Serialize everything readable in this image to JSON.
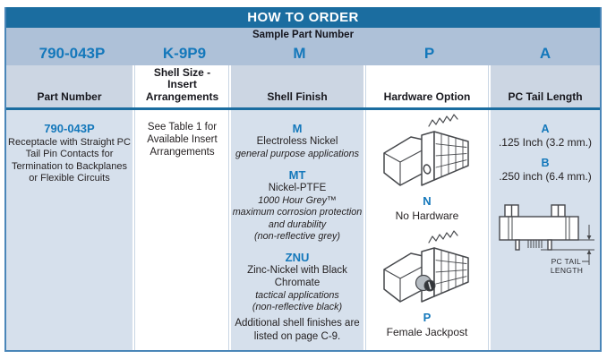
{
  "title": "HOW TO ORDER",
  "sample": {
    "label": "Sample Part Number",
    "values": [
      "790-043P",
      "K-9P9",
      "M",
      "P",
      "A"
    ]
  },
  "columns": {
    "part_number": {
      "header": "Part Number",
      "code": "790-043P",
      "description": "Receptacle with Straight PC Tail Pin Contacts for Termination to Backplanes or Flexible Circuits"
    },
    "shell_size": {
      "header": "Shell Size - Insert Arrangements",
      "note": "See Table 1 for Available Insert Arrangements"
    },
    "shell_finish": {
      "header": "Shell Finish",
      "m": {
        "code": "M",
        "name": "Electroless Nickel",
        "note1": "general purpose applications"
      },
      "mt": {
        "code": "MT",
        "name": "Nickel-PTFE",
        "note1": "1000 Hour Grey™",
        "note2": "maximum corrosion protection and durability",
        "note3": "(non-reflective grey)"
      },
      "znu": {
        "code": "ZNU",
        "name": "Zinc-Nickel with Black Chromate",
        "note1": "tactical applications",
        "note2": "(non-reflective black)"
      },
      "footnote": "Additional shell finishes are listed on page C-9."
    },
    "hardware": {
      "header": "Hardware Option",
      "n": {
        "code": "N",
        "name": "No Hardware",
        "icon": "connector-no-hardware-icon"
      },
      "p": {
        "code": "P",
        "name": "Female Jackpost",
        "icon": "connector-jackpost-icon"
      }
    },
    "pc_tail": {
      "header": "PC Tail Length",
      "a": {
        "code": "A",
        "name": ".125 Inch (3.2 mm.)"
      },
      "b": {
        "code": "B",
        "name": ".250 inch (6.4 mm.)"
      },
      "diagram_label_line1": "PC TAIL",
      "diagram_label_line2": "LENGTH"
    }
  },
  "colors": {
    "header_bar": "#1b6da0",
    "sample_band": "#aec1d8",
    "column_header_band": "#ccd6e3",
    "column_content_band": "#d6e0ec",
    "accent_blue_text": "#1478bb",
    "table_border": "#4a86b8",
    "dark_text": "#231f20"
  }
}
